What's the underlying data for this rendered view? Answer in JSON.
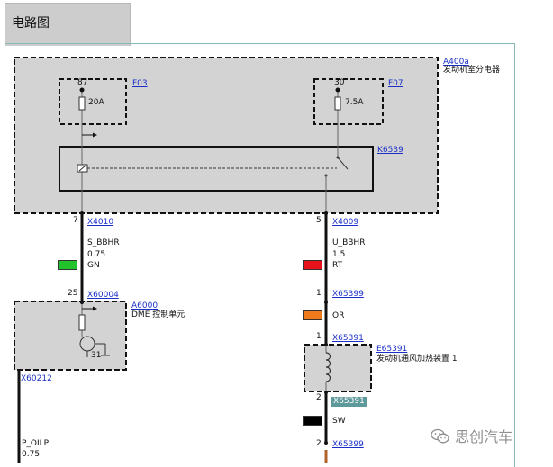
{
  "tab": {
    "title": "电路图"
  },
  "module_top": {
    "id": "A400a",
    "name": "发动机室分电器"
  },
  "fuse_left": {
    "id": "F03",
    "pin": "87",
    "rating": "20A"
  },
  "fuse_right": {
    "id": "F07",
    "pin": "30",
    "rating": "7.5A"
  },
  "relay": {
    "id": "K6539"
  },
  "wire_left": {
    "connector_top": "X4010",
    "pin_top": "7",
    "signal": "S_BBHR",
    "gauge": "0.75",
    "color_code": "GN",
    "color_hex": "#22c22a",
    "connector_bottom": "X60004",
    "pin_bottom": "25"
  },
  "wire_right": {
    "connector_top": "X4009",
    "pin_top": "5",
    "signal": "U_BBHR",
    "gauge": "1.5",
    "color_code": "RT",
    "color_hex": "#e8121a",
    "connector_mid": "X65399",
    "pin_mid": "1",
    "color2_code": "OR",
    "color2_hex": "#ef7a1c",
    "connector_heater_top": "X65391",
    "pin_heater_top": "1",
    "connector_heater_bottom": "X65391",
    "pin_heater_bottom": "2",
    "color3_code": "SW",
    "color3_hex": "#000000",
    "connector_bottom": "X65399",
    "pin_bottom": "2"
  },
  "dme": {
    "id": "A6000",
    "name": "DME 控制单元",
    "pin": "31"
  },
  "heater": {
    "id": "E65391",
    "name": "发动机通风加热装置 1"
  },
  "wire_lower_left": {
    "connector": "X60212",
    "signal": "P_OILP",
    "gauge": "0.75"
  },
  "watermark": {
    "text": "思创汽车"
  }
}
